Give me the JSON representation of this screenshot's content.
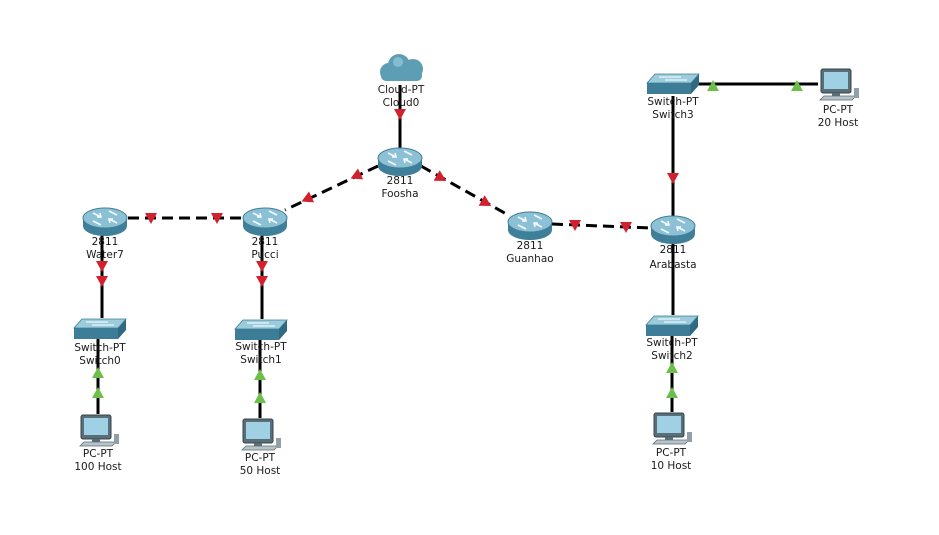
{
  "colors": {
    "link_down": "#d3202e",
    "link_up": "#6cc04a",
    "device_body": "#4f8ea8",
    "device_top": "#a9d3e2"
  },
  "devices": {
    "cloud0": {
      "type": "Cloud-PT",
      "name": "Cloud0",
      "icon": "cloud-icon"
    },
    "foosha": {
      "type": "2811",
      "name": "Foosha",
      "icon": "router-icon"
    },
    "water7": {
      "type": "2811",
      "name": "Water7",
      "icon": "router-icon"
    },
    "pucci": {
      "type": "2811",
      "name": "Pucci",
      "icon": "router-icon"
    },
    "guanhao": {
      "type": "2811",
      "name": "Guanhao",
      "icon": "router-icon"
    },
    "arabasta": {
      "type": "2811",
      "name": "Arabasta",
      "icon": "router-icon"
    },
    "switch0": {
      "type": "Switch-PT",
      "name": "Switch0",
      "icon": "switch-icon"
    },
    "switch1": {
      "type": "Switch-PT",
      "name": "Switch1",
      "icon": "switch-icon"
    },
    "switch2": {
      "type": "Switch-PT",
      "name": "Switch2",
      "icon": "switch-icon"
    },
    "switch3": {
      "type": "Switch-PT",
      "name": "Switch3",
      "icon": "switch-icon"
    },
    "pc100": {
      "type": "PC-PT",
      "name": "100 Host",
      "icon": "pc-icon"
    },
    "pc50": {
      "type": "PC-PT",
      "name": "50 Host",
      "icon": "pc-icon"
    },
    "pc10": {
      "type": "PC-PT",
      "name": "10 Host",
      "icon": "pc-icon"
    },
    "pc20": {
      "type": "PC-PT",
      "name": "20 Host",
      "icon": "pc-icon"
    }
  },
  "links": [
    {
      "from": "cloud0",
      "to": "foosha",
      "kind": "copper",
      "status": "down"
    },
    {
      "from": "foosha",
      "to": "pucci",
      "kind": "serial",
      "status": "down"
    },
    {
      "from": "foosha",
      "to": "guanhao",
      "kind": "serial",
      "status": "down"
    },
    {
      "from": "water7",
      "to": "pucci",
      "kind": "serial",
      "status": "down"
    },
    {
      "from": "guanhao",
      "to": "arabasta",
      "kind": "serial",
      "status": "down"
    },
    {
      "from": "water7",
      "to": "switch0",
      "kind": "copper",
      "status": "down"
    },
    {
      "from": "pucci",
      "to": "switch1",
      "kind": "copper",
      "status": "down"
    },
    {
      "from": "switch3",
      "to": "arabasta",
      "kind": "copper",
      "status": "down"
    },
    {
      "from": "arabasta",
      "to": "switch2",
      "kind": "copper",
      "status": "none"
    },
    {
      "from": "switch0",
      "to": "pc100",
      "kind": "copper",
      "status": "up"
    },
    {
      "from": "switch1",
      "to": "pc50",
      "kind": "copper",
      "status": "up"
    },
    {
      "from": "switch2",
      "to": "pc10",
      "kind": "copper",
      "status": "up"
    },
    {
      "from": "switch3",
      "to": "pc20",
      "kind": "copper",
      "status": "up"
    }
  ]
}
